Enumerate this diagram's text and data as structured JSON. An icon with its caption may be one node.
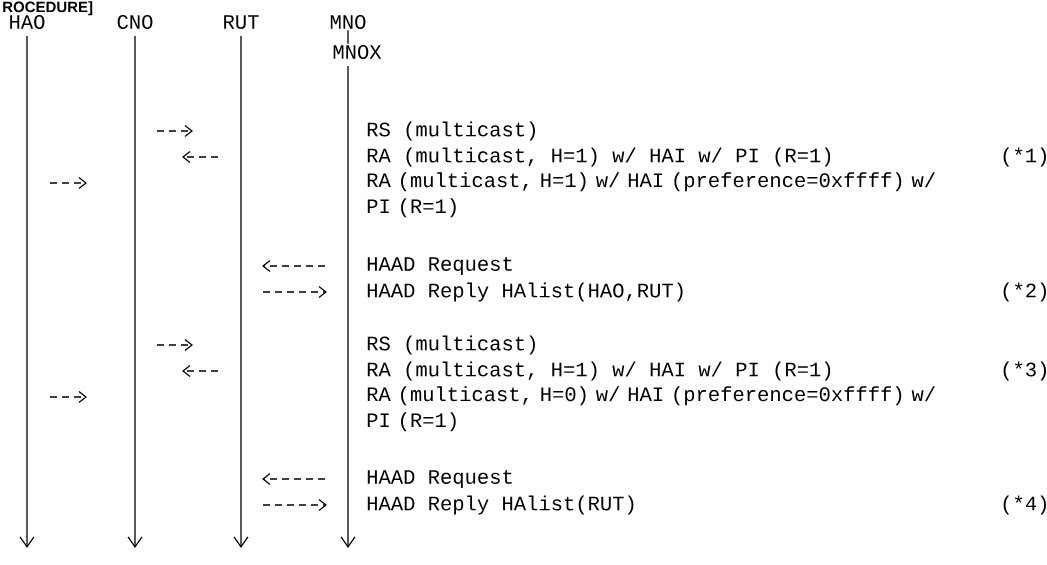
{
  "diagram": {
    "title": "ROCEDURE]",
    "nodes": [
      {
        "text": [
          "HAO"
        ]
      },
      {
        "text": [
          "CNO"
        ]
      },
      {
        "text": [
          "RUT"
        ]
      },
      {
        "text": [
          "MNO"
        ]
      },
      {
        "text": [
          "MNOX"
        ]
      }
    ],
    "edges": [
      {
        "from": 3,
        "to": 4,
        "arrow": "none"
      }
    ],
    "labels": [
      "RS (multicast)",
      "RA (multicast, H=1) w/ HAI w/ PI (R=1)",
      "(*1)",
      "RA (multicast, H=1) w/ HAI (preference=0xffff) w/ PI (R=1)",
      "HAAD Request",
      "HAAD Reply HAlist(HAO,RUT)",
      "(*2)",
      "RS (multicast)",
      "RA (multicast, H=1) w/ HAI w/ PI (R=1)",
      "(*3)",
      "RA (multicast, H=0) w/ HAI (preference=0xffff) w/ PI (R=1)",
      "HAAD Request",
      "HAAD Reply HAlist(RUT)",
      "(*4)"
    ]
  }
}
